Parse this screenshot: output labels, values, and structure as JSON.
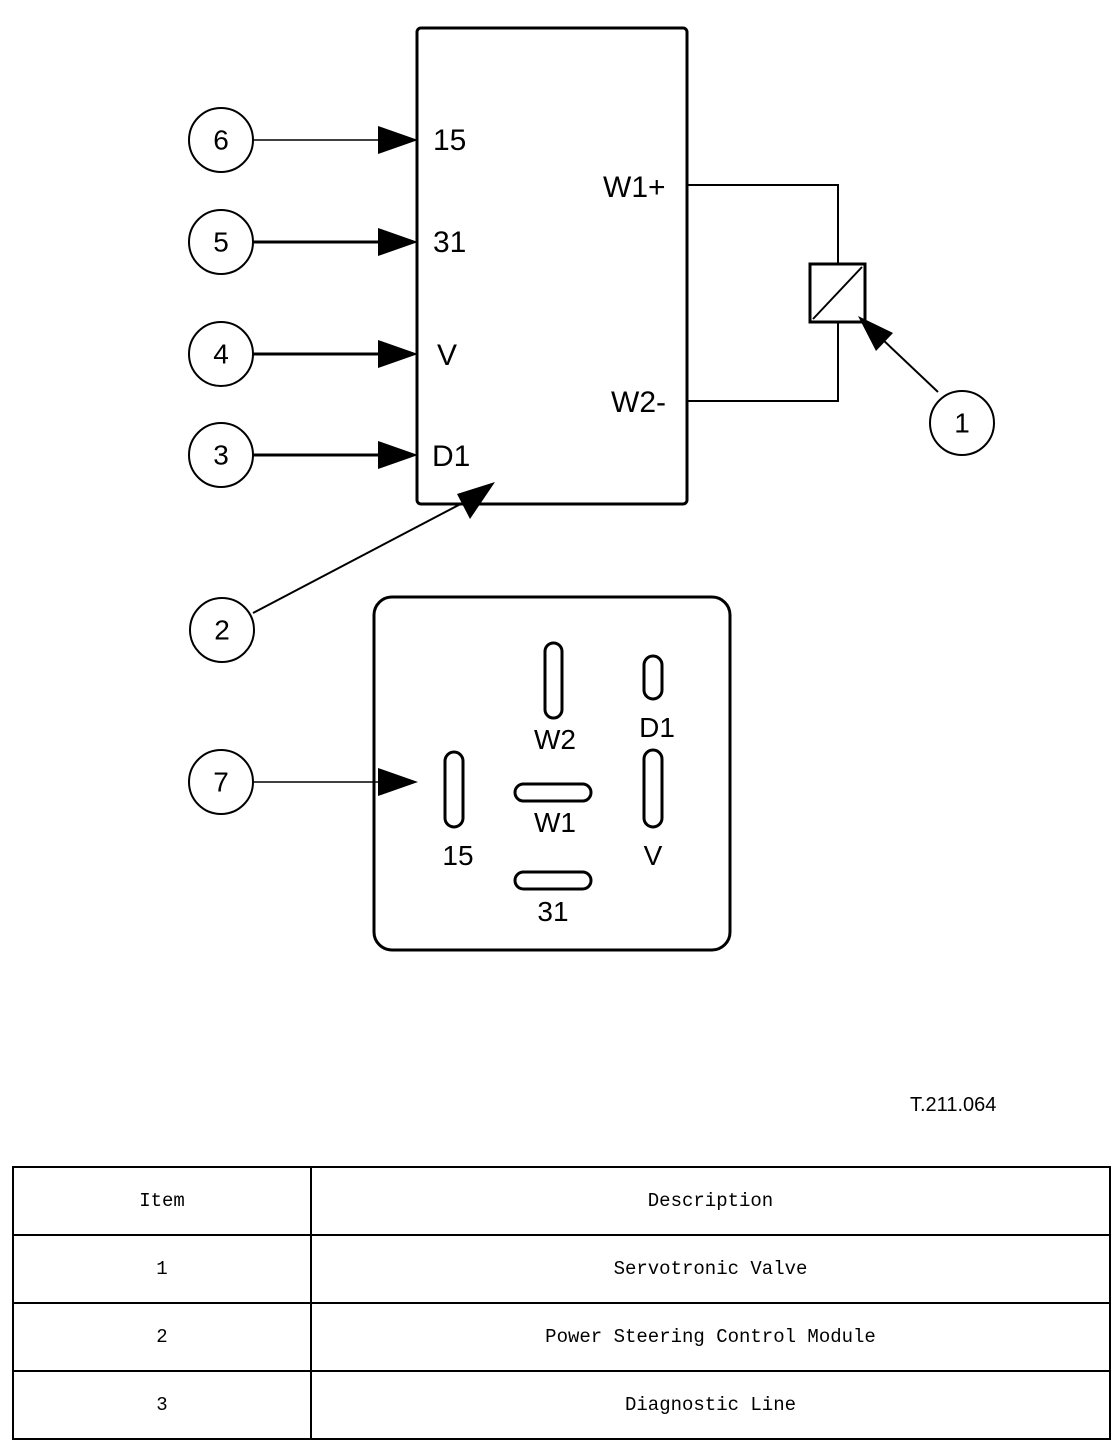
{
  "module_pins": {
    "p15": "15",
    "p31": "31",
    "pV": "V",
    "pD1": "D1",
    "w1": "W1+",
    "w2": "W2-"
  },
  "callouts": {
    "c1": "1",
    "c2": "2",
    "c3": "3",
    "c4": "4",
    "c5": "5",
    "c6": "6",
    "c7": "7"
  },
  "connector_pins": {
    "w2": "W2",
    "d1": "D1",
    "w1": "W1",
    "v": "V",
    "p15": "15",
    "p31": "31"
  },
  "figure_id": "T.211.064",
  "legend": {
    "headers": {
      "item": "Item",
      "description": "Description"
    },
    "rows": [
      {
        "item": "1",
        "description": "Servotronic Valve"
      },
      {
        "item": "2",
        "description": "Power Steering Control Module"
      },
      {
        "item": "3",
        "description": "Diagnostic Line"
      }
    ]
  }
}
